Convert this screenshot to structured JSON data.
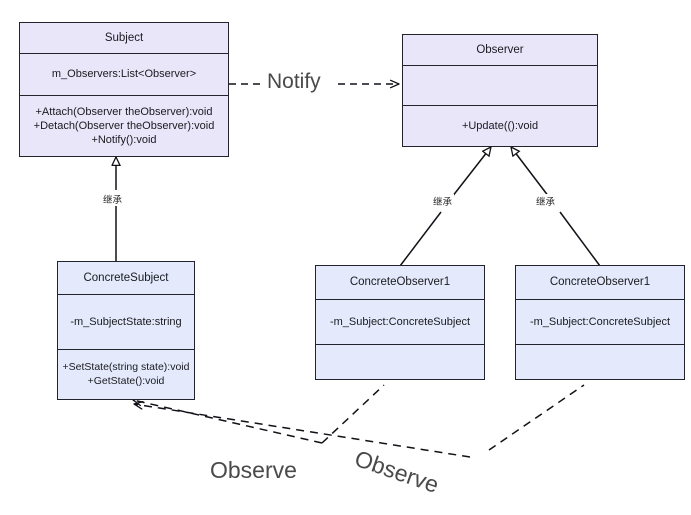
{
  "diagram": {
    "title": "Observer Pattern UML Class Diagram",
    "type": "uml-class-diagram",
    "colors": {
      "abstract_fill": "#eae6fa",
      "concrete_fill": "#e4eafb",
      "border": "#23232b",
      "label_text": "#4a4a4a",
      "background": "#ffffff"
    }
  },
  "classes": {
    "subject": {
      "name": "Subject",
      "attributes": [
        "m_Observers:List<Observer>"
      ],
      "operations": [
        "+Attach(Observer theObserver):void",
        "+Detach(Observer theObserver):void",
        "+Notify():void"
      ]
    },
    "observer": {
      "name": "Observer",
      "attributes": [
        ""
      ],
      "operations": [
        "+Update(():void"
      ]
    },
    "concrete_subject": {
      "name": "ConcreteSubject",
      "attributes": [
        "-m_SubjectState:string"
      ],
      "operations": [
        "+SetState(string state):void",
        "+GetState():void"
      ]
    },
    "concrete_observer_1": {
      "name": "ConcreteObserver1",
      "attributes": [
        "-m_Subject:ConcreteSubject"
      ],
      "operations": [
        ""
      ]
    },
    "concrete_observer_2": {
      "name": "ConcreteObserver1",
      "attributes": [
        "-m_Subject:ConcreteSubject"
      ],
      "operations": [
        ""
      ]
    }
  },
  "relations": {
    "notify": {
      "label": "Notify",
      "kind": "dependency-dashed",
      "from": "Subject",
      "to": "Observer"
    },
    "inherit_subject": {
      "label": "继承",
      "kind": "generalization",
      "from": "ConcreteSubject",
      "to": "Subject"
    },
    "inherit_observer_1": {
      "label": "继承",
      "kind": "generalization",
      "from": "ConcreteObserver1",
      "to": "Observer"
    },
    "inherit_observer_2": {
      "label": "继承",
      "kind": "generalization",
      "from": "ConcreteObserver1",
      "to": "Observer"
    },
    "observe_1": {
      "label": "Observe",
      "kind": "dependency-dashed",
      "from": "ConcreteObserver1",
      "to": "ConcreteSubject"
    },
    "observe_2": {
      "label": "Observe",
      "kind": "dependency-dashed",
      "from": "ConcreteObserver1",
      "to": "ConcreteSubject"
    }
  }
}
